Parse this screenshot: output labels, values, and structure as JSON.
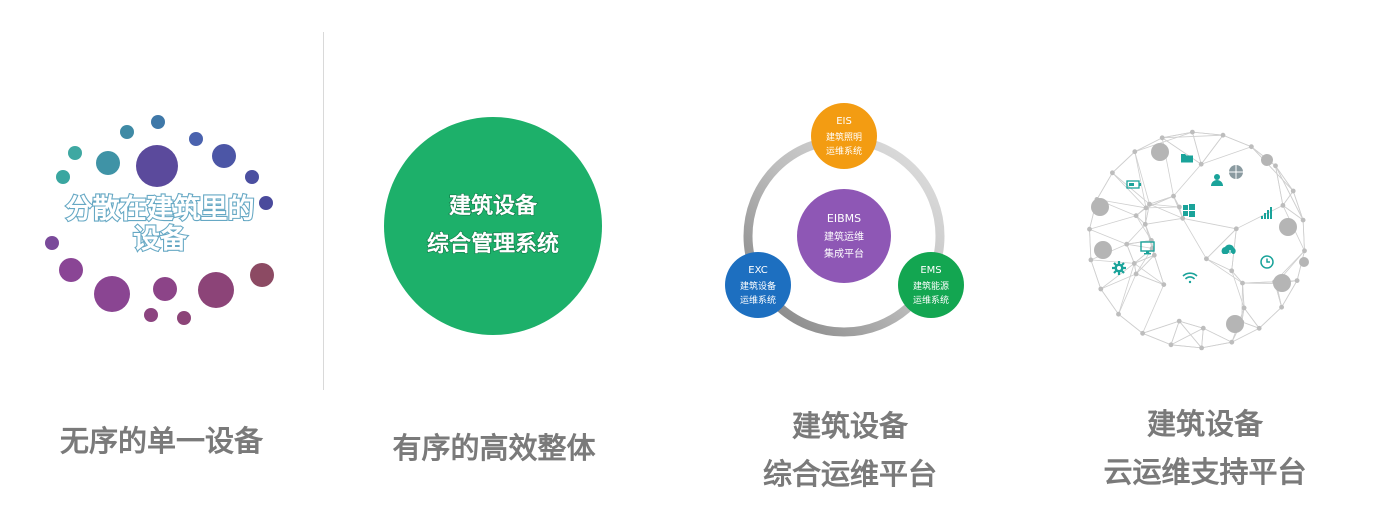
{
  "panel1": {
    "cloud_label_line1": "分散在建筑里的",
    "cloud_label_line2": "设备",
    "caption": "无序的单一设备"
  },
  "panel2": {
    "circle_line1": "建筑设备",
    "circle_line2": "综合管理系统",
    "circle_color": "#1db06a",
    "caption": "有序的高效整体"
  },
  "panel3": {
    "center": {
      "title": "EIBMS",
      "line1": "建筑运维",
      "line2": "集成平台",
      "color": "#8e57b5"
    },
    "top": {
      "title": "EIS",
      "line1": "建筑照明",
      "line2": "运维系统",
      "color": "#f39c12"
    },
    "left": {
      "title": "EXC",
      "line1": "建筑设备",
      "line2": "运维系统",
      "color": "#1d6fc0"
    },
    "right": {
      "title": "EMS",
      "line1": "建筑能源",
      "line2": "运维系统",
      "color": "#13a651"
    },
    "caption_line1": "建筑设备",
    "caption_line2": "综合运维平台"
  },
  "panel4": {
    "caption_line1": "建筑设备",
    "caption_line2": "云运维支持平台",
    "icon_color": "#1aa39a",
    "icons": [
      "folder-icon",
      "globe-icon",
      "battery-icon",
      "user-icon",
      "windows-icon",
      "signal-icon",
      "monitor-icon",
      "cloud-download-icon",
      "gear-icon",
      "wifi-icon",
      "clock-icon"
    ]
  }
}
